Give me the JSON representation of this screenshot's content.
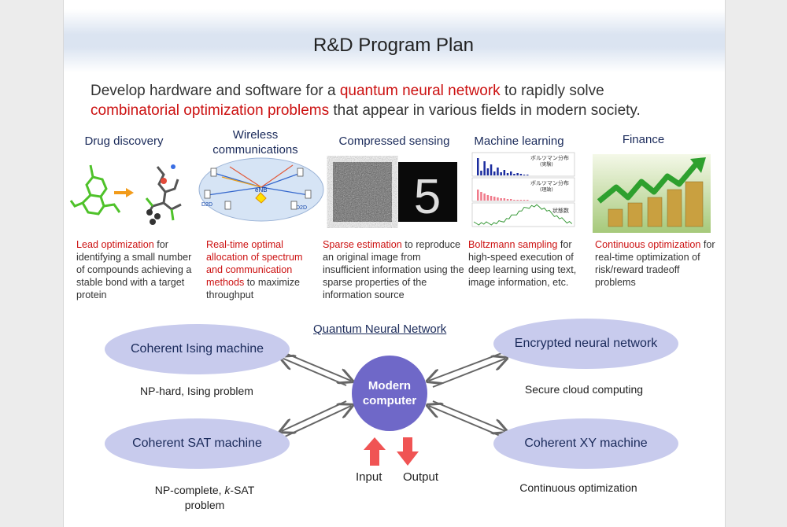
{
  "title": "R&D Program Plan",
  "intro": {
    "p1": "Develop hardware and software for a ",
    "hl1": "quantum neural network",
    "p2": " to rapidly solve",
    "hl2": "combinatorial optimization problems",
    "p3": " that appear in various fields in modern society."
  },
  "fields": [
    {
      "name": "Drug discovery",
      "hl": "Lead optimization",
      "text": " for identifying a small number of compounds achieving a stable bond with a target protein"
    },
    {
      "name": "Wireless communications",
      "hl": "Real-time optimal allocation of spectrum and communication methods",
      "text": " to maximize throughput"
    },
    {
      "name": "Compressed sensing",
      "hl": "Sparse estimation",
      "text": " to reproduce an original image from insufficient information using the sparse properties of the information source"
    },
    {
      "name": "Machine learning",
      "hl": "Boltzmann sampling",
      "text": " for high-speed execution of deep learning using text, image information, etc."
    },
    {
      "name": "Finance",
      "hl": "Continuous optimization",
      "text": " for real-time optimization of risk/reward tradeoff problems"
    }
  ],
  "images": {
    "wireless": {
      "enb": "eNB",
      "d2d": "D2D"
    },
    "sensing": {
      "digit": "5"
    },
    "ml": {
      "chart_labels": [
        "ボルツマン分布\n(実験)",
        "ボルツマン分布\n(理論)",
        "状態数"
      ]
    }
  },
  "diagram": {
    "heading": "Quantum  Neural Network",
    "center_l1": "Modern",
    "center_l2": "computer",
    "tl": {
      "name": "Coherent  Ising machine",
      "label": "NP-hard,  Ising problem"
    },
    "tr": {
      "name": "Encrypted neural network",
      "label": "Secure cloud computing"
    },
    "bl": {
      "name": "Coherent  SAT machine",
      "label_p1": "NP-complete, ",
      "label_k": "k",
      "label_p2": "-SAT",
      "label_p3": "problem"
    },
    "br": {
      "name": "Coherent  XY machine",
      "label": "Continuous optimization"
    },
    "input": "Input",
    "output": "Output"
  },
  "colors": {
    "accent": "#cc1111",
    "ellipse": "#c8cbed",
    "center": "#6f68c8",
    "arrow": "#f05454"
  }
}
